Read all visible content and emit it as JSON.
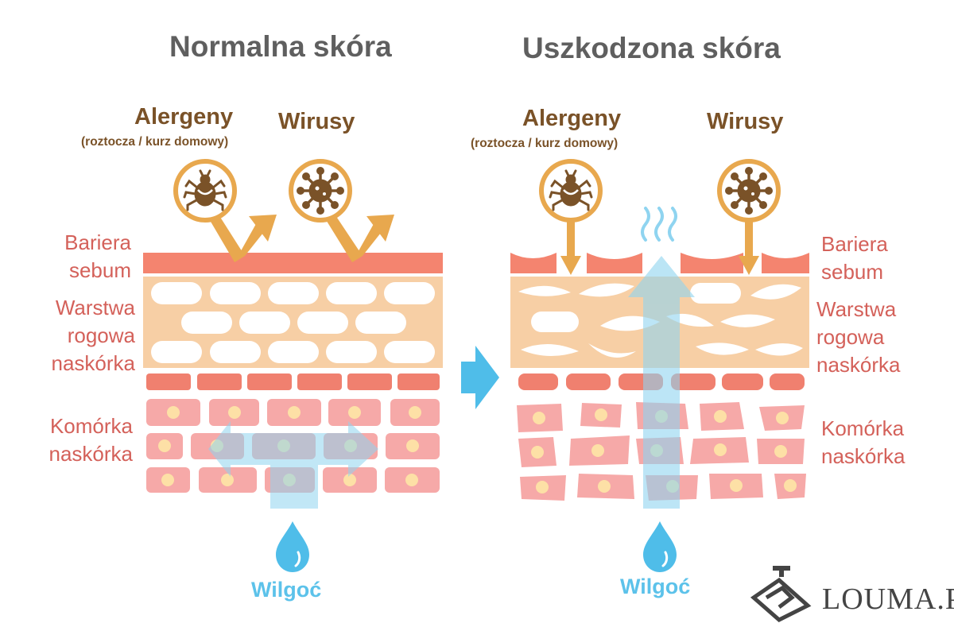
{
  "panels": {
    "normal": {
      "title": "Normalna skóra",
      "allergens": {
        "label": "Alergeny",
        "sub": "(roztocza / kurz domowy)"
      },
      "viruses": {
        "label": "Wirusy"
      },
      "layers": {
        "sebum_line1": "Bariera",
        "sebum_line2": "sebum",
        "horny_line1": "Warstwa",
        "horny_line2": "rogowa",
        "horny_line3": "naskórka",
        "cell_line1": "Komórka",
        "cell_line2": "naskórka"
      },
      "moisture": "Wilgoć"
    },
    "damaged": {
      "title": "Uszkodzona skóra",
      "allergens": {
        "label": "Alergeny",
        "sub": "(roztocza / kurz domowy)"
      },
      "viruses": {
        "label": "Wirusy"
      },
      "layers": {
        "sebum_line1": "Bariera",
        "sebum_line2": "sebum",
        "horny_line1": "Warstwa",
        "horny_line2": "rogowa",
        "horny_line3": "naskórka",
        "cell_line1": "Komórka",
        "cell_line2": "naskórka"
      },
      "moisture": "Wilgoć"
    }
  },
  "logo": {
    "text": "LOUMA.PL"
  },
  "colors": {
    "title": "#5f5f5f",
    "hazard_text": "#7a5228",
    "layer_text": "#d4615a",
    "sebum": "#f4846f",
    "horny": "#f7cfa5",
    "cell": "#f6a9a8",
    "nucleus": "#fde0a6",
    "moisture": "#5cc2ea",
    "hazard_ring": "#e8a84e",
    "hazard_icon": "#7a5228"
  }
}
